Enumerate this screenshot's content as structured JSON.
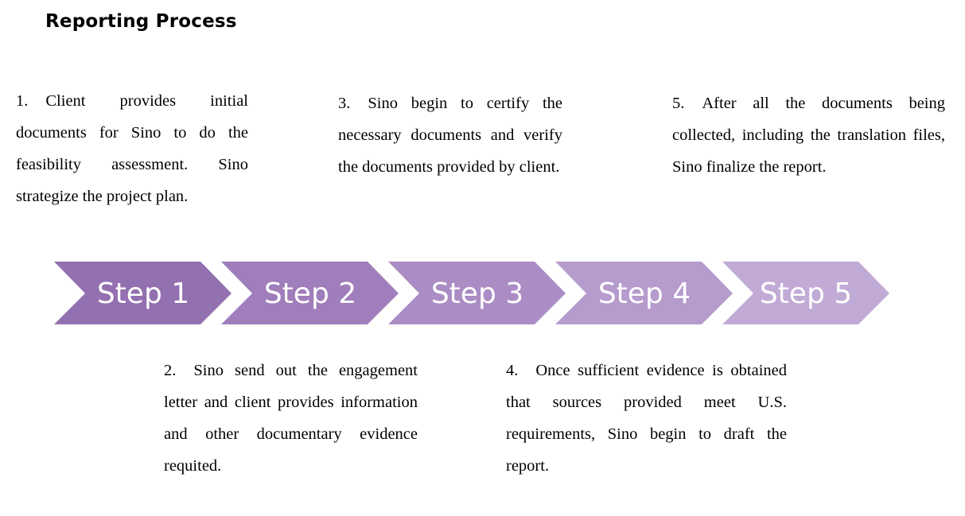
{
  "title": "Reporting Process",
  "steps_above": [
    {
      "num": "1.",
      "text": "Client provides initial documents for Sino to do the feasibility assessment. Sino strategize the project plan."
    },
    {
      "num": "3.",
      "text": "Sino begin to certify the necessary documents and verify the documents provided by client."
    },
    {
      "num": "5.",
      "text": "After all the documents being collected, including the translation files, Sino finalize the report."
    }
  ],
  "steps_below": [
    {
      "num": "2.",
      "text": "Sino send out the engagement letter and client provides information and other documentary evidence requited."
    },
    {
      "num": "4.",
      "text": "Once sufficient evidence is obtained that sources provided meet U.S. requirements, Sino begin to draft the report."
    }
  ],
  "chevrons": [
    {
      "label": "Step 1",
      "color": "#9370B0"
    },
    {
      "label": "Step 2",
      "color": "#A07DBB"
    },
    {
      "label": "Step 3",
      "color": "#AB8CC4"
    },
    {
      "label": "Step 4",
      "color": "#B69BCD"
    },
    {
      "label": "Step 5",
      "color": "#C1AAD6"
    }
  ],
  "colors": {
    "background": "#ffffff",
    "text": "#000000",
    "chevron_label": "#ffffff"
  }
}
